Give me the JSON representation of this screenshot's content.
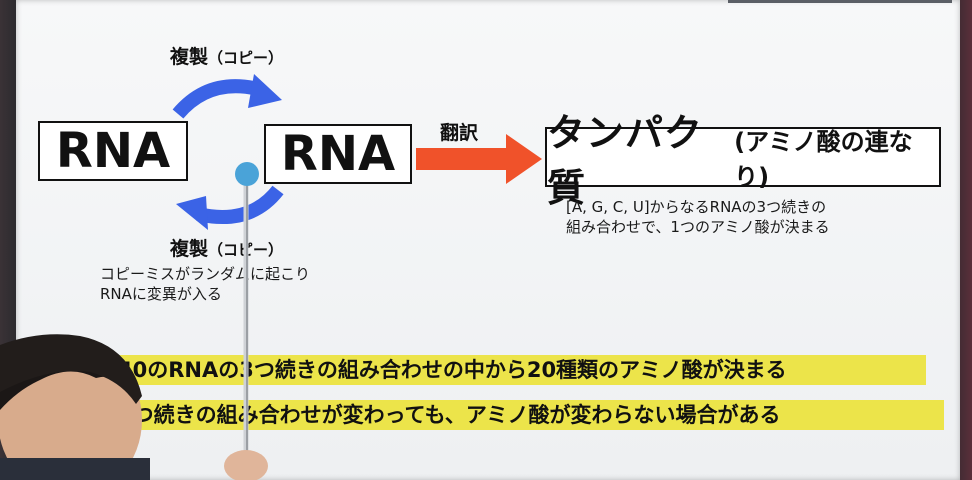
{
  "diagram": {
    "rna_left": "RNA",
    "rna_right": "RNA",
    "copy_top_main": "複製",
    "copy_top_paren": "（コピー）",
    "copy_bottom_main": "複製",
    "copy_bottom_paren": "（コピー）",
    "mutation_note_line1": "コピーミスがランダムに起こり",
    "mutation_note_line2": "RNAに変異が入る",
    "translation_label": "翻訳",
    "protein_main": "タンパク質",
    "protein_paren": "(アミノ酸の連なり)",
    "codon_note_line1": "[A, G, C, U]からなるRNAの3つ続きの",
    "codon_note_line2": "組み合わせで、1つのアミノ酸が決まる"
  },
  "highlights": {
    "line1": "40のRNAの3つ続きの組み合わせの中から20種類のアミノ酸が決まる",
    "line2": "3つ続きの組み合わせが変わっても、アミノ酸が変わらない場合がある"
  },
  "colors": {
    "cycle_arrow": "#3b63e6",
    "translation_arrow": "#f0522a",
    "highlight": "#ece44a",
    "pointer_tip": "#4aa3d8"
  }
}
